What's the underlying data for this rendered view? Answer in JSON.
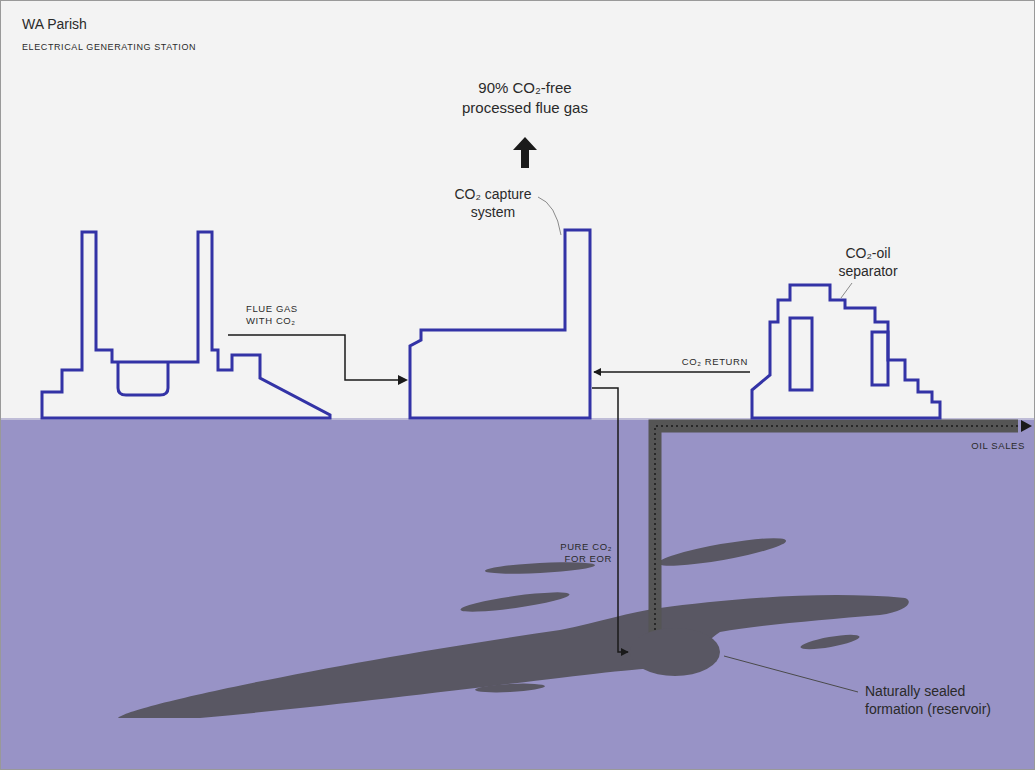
{
  "diagram": {
    "title": "WA Parish",
    "nodes": [
      {
        "text": [
          "CO₂ capture system"
        ]
      },
      {
        "text": [
          "CO₂-oil separator"
        ]
      },
      {
        "text": [
          "Naturally sealed formation (reservoir)"
        ]
      }
    ],
    "edges": [
      {
        "from": 1,
        "to": 0,
        "arrow": "to",
        "label": "CO₂ RETURN"
      },
      {
        "from": 0,
        "to": 2,
        "arrow": "to",
        "label": "PURE CO₂ FOR EOR"
      }
    ],
    "labels": [
      "ELECTRICAL GENERATING STATION",
      "FLUE GAS WITH CO₂",
      "90% CO₂-free processed flue gas",
      "OIL SALES"
    ]
  }
}
